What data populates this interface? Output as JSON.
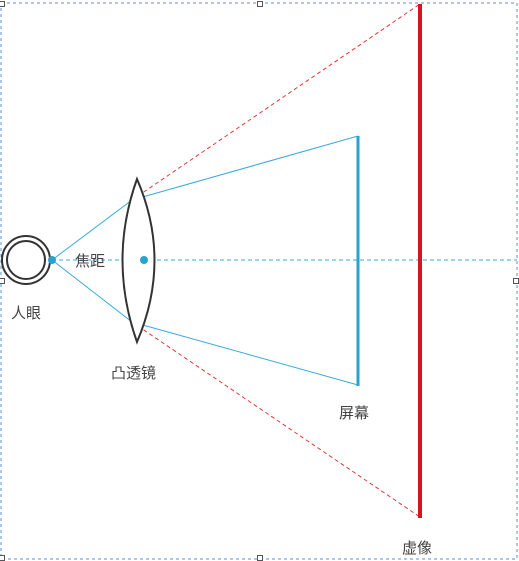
{
  "labels": {
    "eye": "人眼",
    "focal_length": "焦距",
    "lens": "凸透镜",
    "screen": "屏幕",
    "virtual_image": "虚像"
  },
  "colors": {
    "ray_blue": "#39a9db",
    "screen_blue": "#27a2d1",
    "virtual_red": "#d6141f",
    "dashed_red": "#e03a3a",
    "outline_dark": "#333333",
    "selection_blue": "#5b8fd6"
  }
}
